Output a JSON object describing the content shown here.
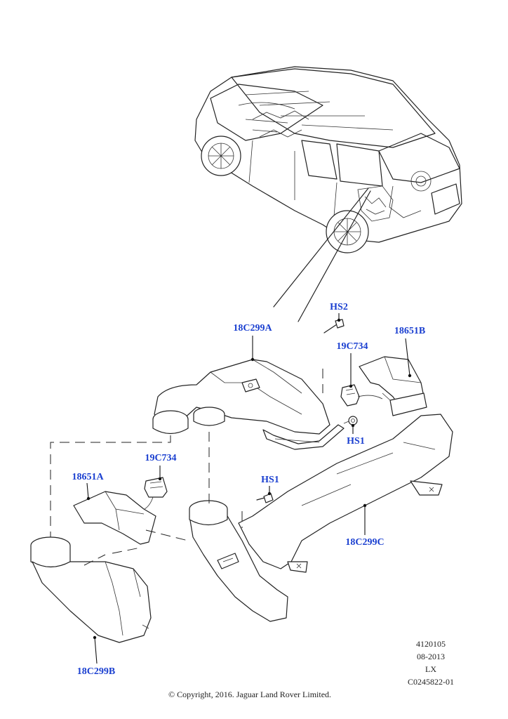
{
  "labels": {
    "part_18C299A": "18C299A",
    "part_HS2": "HS2",
    "part_18651B": "18651B",
    "part_19C734_upper": "19C734",
    "part_HS1_upper": "HS1",
    "part_19C734_lower": "19C734",
    "part_18651A": "18651A",
    "part_HS1_lower": "HS1",
    "part_18C299C": "18C299C",
    "part_18C299B": "18C299B"
  },
  "meta": {
    "line1": "4120105",
    "line2": "08-2013",
    "line3": "LX",
    "line4": "C0245822-01"
  },
  "copyright": "© Copyright, 2016. Jaguar Land Rover Limited.",
  "colors": {
    "label": "#1a3fd0",
    "line": "#222222"
  }
}
